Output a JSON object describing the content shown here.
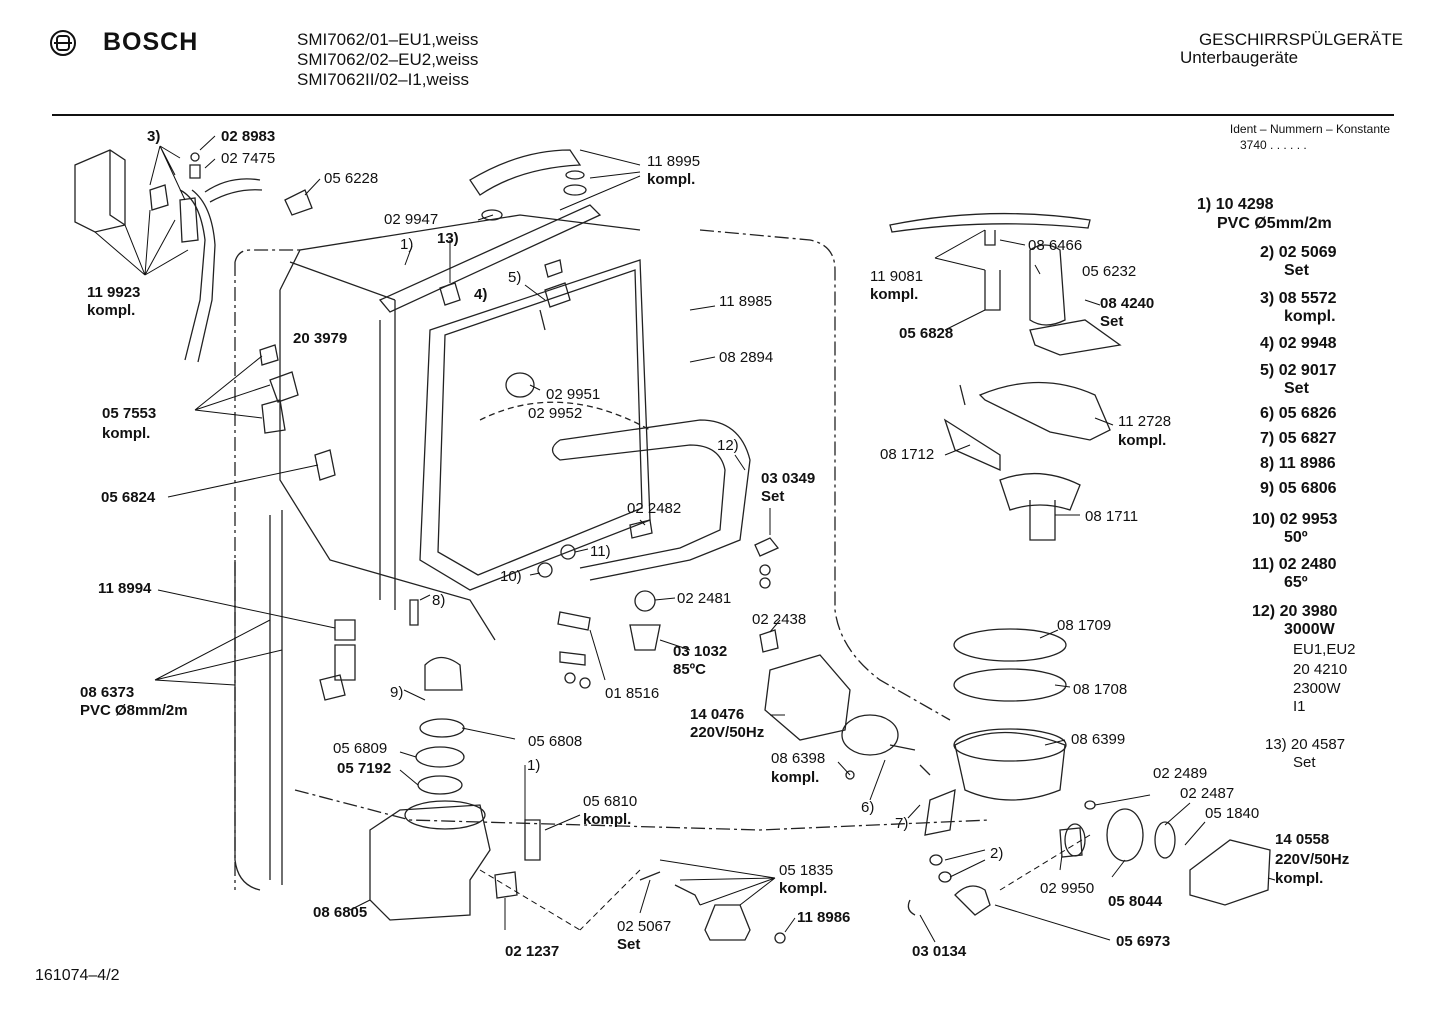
{
  "header": {
    "brand": "BOSCH",
    "models": [
      "SMI7062/01–EU1,weiss",
      "SMI7062/02–EU2,weiss",
      "SMI7062II/02–I1,weiss"
    ],
    "category": "GESCHIRRSPÜLGERÄTE",
    "subcategory": "Unterbaugeräte",
    "ident_label": "Ident – Nummern – Konstante",
    "ident_value": "3740 . . . . . ."
  },
  "parts": {
    "p028983": "02 8983",
    "p027475": "02 7475",
    "p056228": "05 6228",
    "p3": "3)",
    "p119923": "11 9923",
    "kompl_a": "kompl.",
    "p029947": "02 9947",
    "p13": "13)",
    "p1a": "1)",
    "p4": "4)",
    "p5": "5)",
    "p118995": "11 8995",
    "kompl_b": "kompl.",
    "p118985": "11 8985",
    "p082894": "08 2894",
    "p203979": "20 3979",
    "p029951": "02 9951",
    "p029952": "02 9952",
    "p057553": "05 7553",
    "kompl_c": "kompl.",
    "p056824": "05 6824",
    "p12": "12)",
    "p030349": "03 0349",
    "set_a": "Set",
    "p022482": "02 2482",
    "p11": "11)",
    "p10": "10)",
    "p8": "8)",
    "p118994": "11 8994",
    "p022481": "02 2481",
    "p022438": "02 2438",
    "p031032": "03 1032",
    "deg85": "85ºC",
    "p018516": "01 8516",
    "p086373": "08 6373",
    "pvc8": "PVC Ø8mm/2m",
    "p9": "9)",
    "p140476": "14 0476",
    "v220a": "220V/50Hz",
    "p056809": "05 6809",
    "p056808": "05 6808",
    "p057192": "05 7192",
    "p1b": "1)",
    "p056810": "05 6810",
    "kompl_d": "kompl.",
    "p086398": "08 6398",
    "kompl_e": "kompl.",
    "p6": "6)",
    "p7": "7)",
    "p051835": "05 1835",
    "kompl_f": "kompl.",
    "p086805": "08 6805",
    "p025067": "02 5067",
    "set_b": "Set",
    "p021237": "02 1237",
    "p118986": "11 8986",
    "p030134": "03 0134",
    "p056973": "05 6973",
    "p2": "2)",
    "p029950": "02 9950",
    "p058044": "05 8044",
    "p022489": "02 2489",
    "p022487": "02 2487",
    "p051840": "05 1840",
    "p140558": "14 0558",
    "v220b": "220V/50Hz",
    "kompl_g": "kompl.",
    "p086399": "08 6399",
    "p081709": "08 1709",
    "p081708": "08 1708",
    "p081711": "08 1711",
    "p081712": "08 1712",
    "p112728": "11 2728",
    "kompl_h": "kompl.",
    "p086466": "08 6466",
    "p119081": "11 9081",
    "kompl_i": "kompl.",
    "p056232": "05 6232",
    "p084240": "08 4240",
    "set_c": "Set",
    "p056828": "05 6828"
  },
  "legend": [
    {
      "n": "1)",
      "v": "10 4298",
      "s": "PVC Ø5mm/2m"
    },
    {
      "n": "2)",
      "v": "02 5069",
      "s": "Set"
    },
    {
      "n": "3)",
      "v": "08 5572",
      "s": "kompl."
    },
    {
      "n": "4)",
      "v": "02 9948",
      "s": ""
    },
    {
      "n": "5)",
      "v": "02 9017",
      "s": "Set"
    },
    {
      "n": "6)",
      "v": "05 6826",
      "s": ""
    },
    {
      "n": "7)",
      "v": "05 6827",
      "s": ""
    },
    {
      "n": "8)",
      "v": "11 8986",
      "s": ""
    },
    {
      "n": "9)",
      "v": "05 6806",
      "s": ""
    },
    {
      "n": "10)",
      "v": "02 9953",
      "s": "50º"
    },
    {
      "n": "11)",
      "v": "02 2480",
      "s": "65º"
    },
    {
      "n": "12)",
      "v": "20 3980",
      "s": "3000W"
    }
  ],
  "legend_extra": [
    "EU1,EU2",
    "20 4210",
    "2300W",
    "I1"
  ],
  "legend13": {
    "n": "13)",
    "v": "20 4587",
    "s": "Set"
  },
  "footer": "161074–4/2"
}
